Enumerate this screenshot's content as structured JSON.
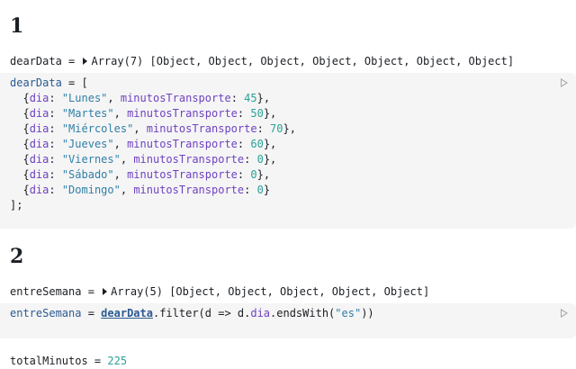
{
  "section1": {
    "heading": "1",
    "output": {
      "name": "dearData",
      "eq": " = ",
      "summary": "Array(7) [Object, Object, Object, Object, Object, Object, Object]"
    },
    "code": {
      "var": "dearData",
      "open": " = [",
      "rows": [
        {
          "key1": "dia",
          "val1": "\"Lunes\"",
          "key2": "minutosTransporte",
          "val2": "45",
          "end": "},"
        },
        {
          "key1": "dia",
          "val1": "\"Martes\"",
          "key2": "minutosTransporte",
          "val2": "50",
          "end": "},"
        },
        {
          "key1": "dia",
          "val1": "\"Miércoles\"",
          "key2": "minutosTransporte",
          "val2": "70",
          "end": "},"
        },
        {
          "key1": "dia",
          "val1": "\"Jueves\"",
          "key2": "minutosTransporte",
          "val2": "60",
          "end": "},"
        },
        {
          "key1": "dia",
          "val1": "\"Viernes\"",
          "key2": "minutosTransporte",
          "val2": "0",
          "end": "},"
        },
        {
          "key1": "dia",
          "val1": "\"Sábado\"",
          "key2": "minutosTransporte",
          "val2": "0",
          "end": "},"
        },
        {
          "key1": "dia",
          "val1": "\"Domingo\"",
          "key2": "minutosTransporte",
          "val2": "0",
          "end": "}"
        }
      ],
      "close": "];"
    }
  },
  "section2": {
    "heading": "2",
    "output": {
      "name": "entreSemana",
      "eq": " = ",
      "summary": "Array(5) [Object, Object, Object, Object, Object]"
    },
    "code": {
      "var": "entreSemana",
      "eq": " = ",
      "ref": "dearData",
      "method": ".filter(d => d.",
      "prop": "dia",
      "call": ".endsWith(",
      "arg": "\"es\"",
      "end": "))"
    }
  },
  "section3": {
    "output": {
      "name": "totalMinutos",
      "eq": " = ",
      "value": "225"
    }
  },
  "icons": {
    "run": "run-cell-icon",
    "expand": "expand-triangle-icon"
  }
}
